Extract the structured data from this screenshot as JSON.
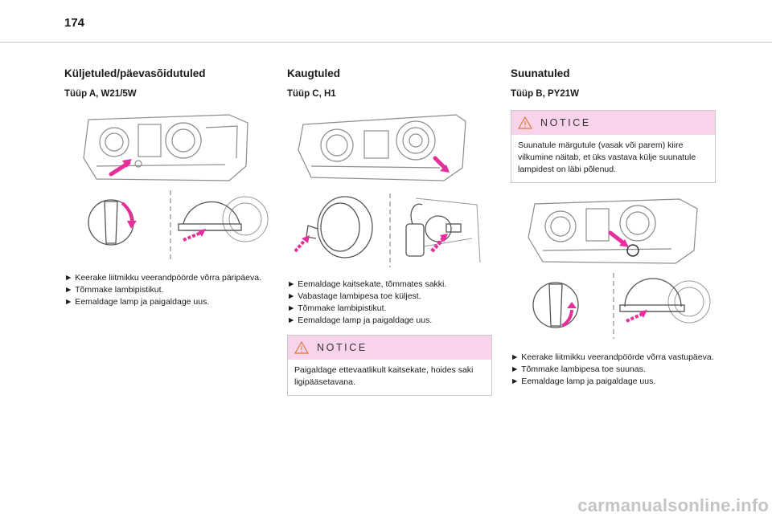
{
  "page": {
    "number": "174",
    "watermark": "carmanualsonline.info"
  },
  "sections": [
    {
      "title": "Küljetuled/päevasõidutuled",
      "subtitle": "Tüüp A, W21/5W",
      "steps": [
        "► Keerake liitmikku veerandpöörde võrra päripäeva.",
        "► Tõmmake lambipistikut.",
        "► Eemaldage lamp ja paigaldage uus."
      ]
    },
    {
      "title": "Kaugtuled",
      "subtitle": "Tüüp C, H1",
      "steps": [
        "► Eemaldage kaitsekate, tõmmates sakki.",
        "► Vabastage lambipesa toe küljest.",
        "► Tõmmake lambipistikut.",
        "► Eemaldage lamp ja paigaldage uus."
      ],
      "notice": {
        "title": "NOTICE",
        "text": "Paigaldage ettevaatlikult kaitsekate, hoides saki ligipääsetavana."
      }
    },
    {
      "title": "Suunatuled",
      "subtitle": "Tüüp B, PY21W",
      "notice": {
        "title": "NOTICE",
        "text": "Suunatule märgutule (vasak või parem) kiire vilkumine näitab, et üks vastava külje suunatule lampidest on läbi põlenud."
      },
      "steps": [
        "► Keerake liitmikku veerandpöörde võrra vastupäeva.",
        "► Tõmmake lambipesa toe suunas.",
        "► Eemaldage lamp ja paigaldage uus."
      ]
    }
  ],
  "colors": {
    "accent_pink": "#e52f9a",
    "notice_bg": "#f7d3ec",
    "line_art": "#8c8c8c"
  }
}
